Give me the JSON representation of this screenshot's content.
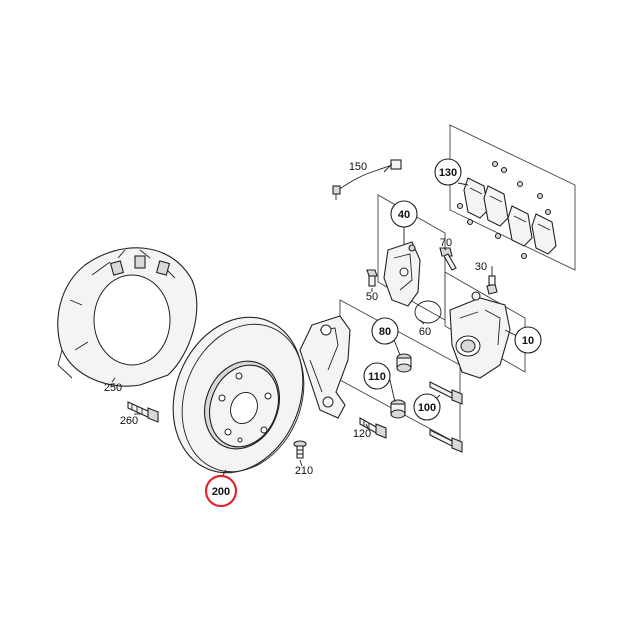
{
  "accent": "#e0262b",
  "labels": {
    "p10": "10",
    "p30": "30",
    "p40": "40",
    "p50": "50",
    "p60": "60",
    "p70": "70",
    "p80": "80",
    "p100": "100",
    "p110": "110",
    "p120": "120",
    "p130": "130",
    "p150": "150",
    "p200": "200",
    "p210": "210",
    "p250": "250",
    "p260": "260"
  },
  "highlighted_part": "200"
}
